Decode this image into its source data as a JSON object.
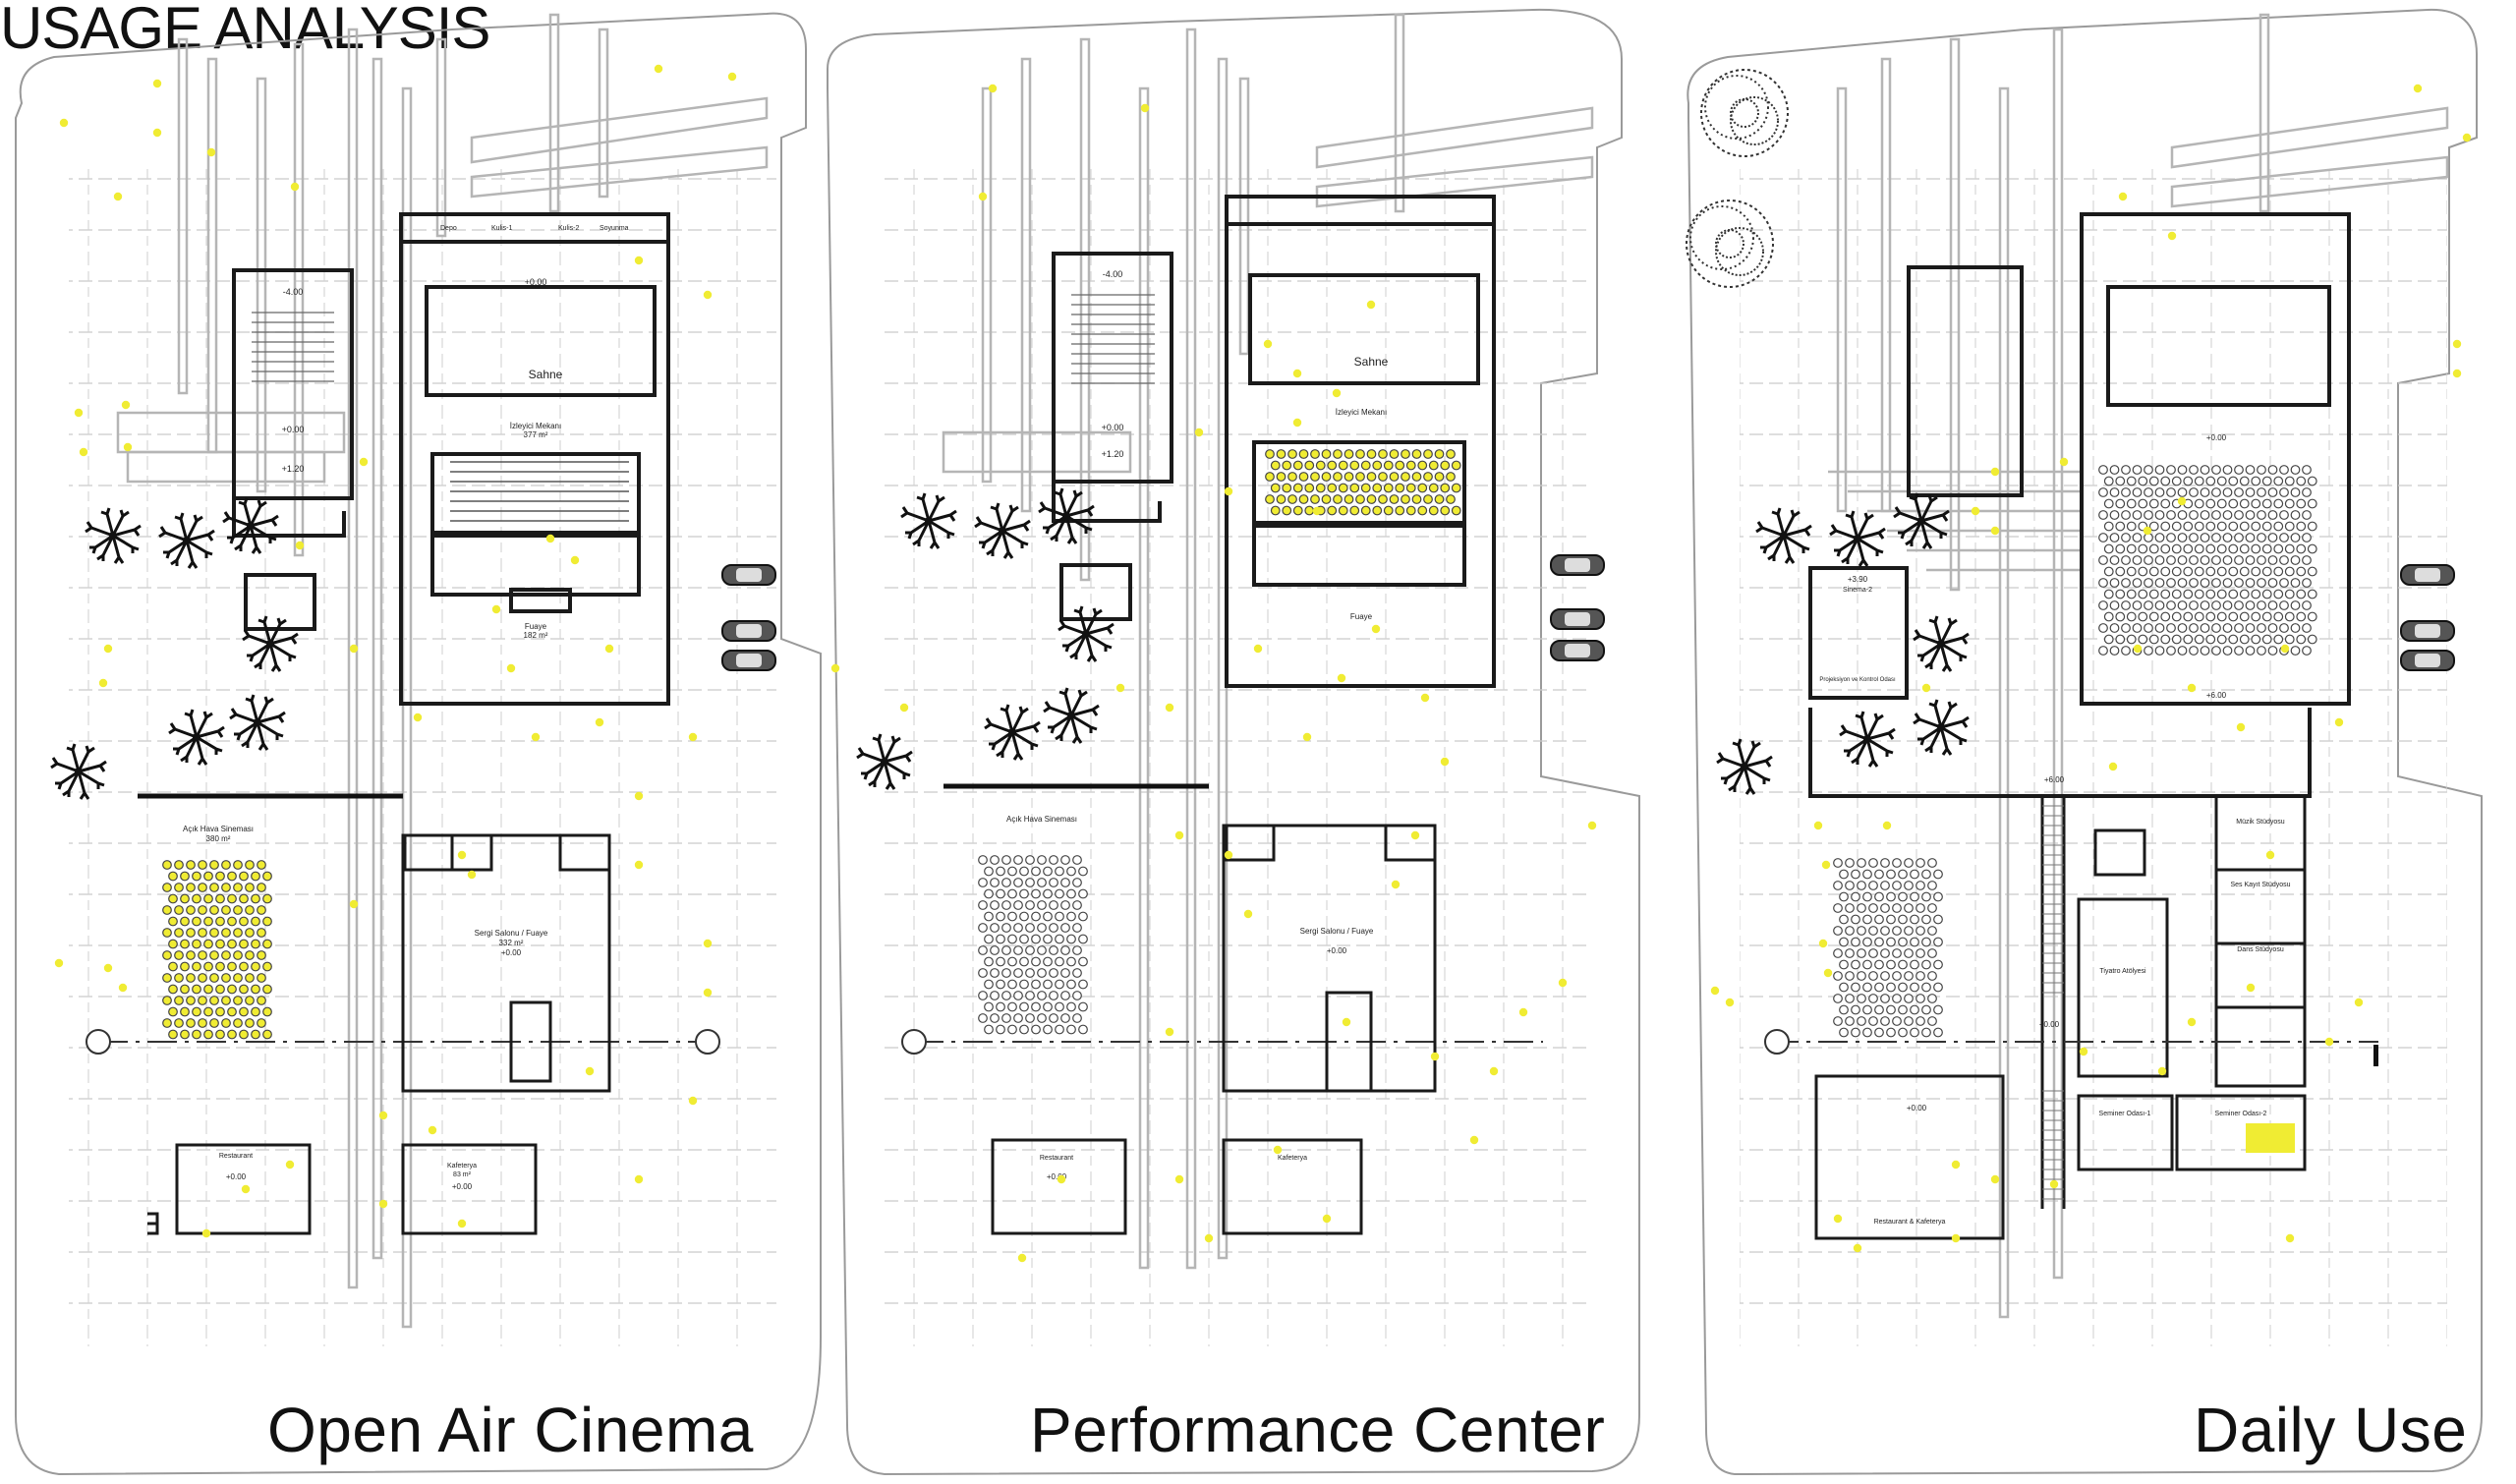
{
  "title": "USAGE ANALYSIS",
  "colors": {
    "highlight": "#f0ec33",
    "line": "#1a1a1a",
    "grid": "#c9c9c9",
    "guide": "#b8b8b8"
  },
  "panels": [
    {
      "caption": "Open Air Cinema",
      "labels": {
        "sahne": "Sahne",
        "izleyici": "İzleyici Mekanı",
        "izleyici_area": "377 m²",
        "fuaye": "Fuaye",
        "fuaye_area": "182 m²",
        "acik_hava": "Açık Hava Sineması",
        "acik_hava_area": "380 m²",
        "sergi": "Sergi Salonu / Fuaye",
        "sergi_area": "332 m²",
        "restaurant": "Restaurant",
        "kafeterya": "Kafeterya",
        "kafeterya_area": "83 m²",
        "depo": "Depo",
        "kulis1": "Kulis-1",
        "kulis2": "Kulis-2",
        "soyunma": "Soyunma"
      },
      "levels": [
        "-4.00",
        "+0.00",
        "+1.20",
        "+0.00",
        "+0.00",
        "+0.00",
        "+0.00"
      ]
    },
    {
      "caption": "Performance Center",
      "labels": {
        "sahne": "Sahne",
        "izleyici": "İzleyici Mekanı",
        "fuaye": "Fuaye",
        "acik_hava": "Açık Hava Sineması",
        "sergi": "Sergi Salonu / Fuaye",
        "restaurant": "Restaurant",
        "kafeterya": "Kafeterya"
      },
      "levels": [
        "-4.00",
        "+0.00",
        "+1.20",
        "+0.00",
        "+0.00"
      ]
    },
    {
      "caption": "Daily Use",
      "labels": {
        "sinema": "Sinema-2",
        "muzik": "Müzik Stüdyosu",
        "ses_kayit": "Ses Kayıt Stüdyosu",
        "dans": "Dans Stüdyosu",
        "tiyatro": "Tiyatro Atölyesi",
        "seminer1": "Seminer Odası-1",
        "seminer2": "Seminer Odası-2",
        "restaurant": "Restaurant & Kafeterya",
        "projeksiyon": "Projeksiyon ve Kontrol Odası"
      },
      "levels": [
        "+3.90",
        "+0.00",
        "+6.00",
        "+0.00",
        "+0.00",
        "+6.00"
      ]
    }
  ]
}
